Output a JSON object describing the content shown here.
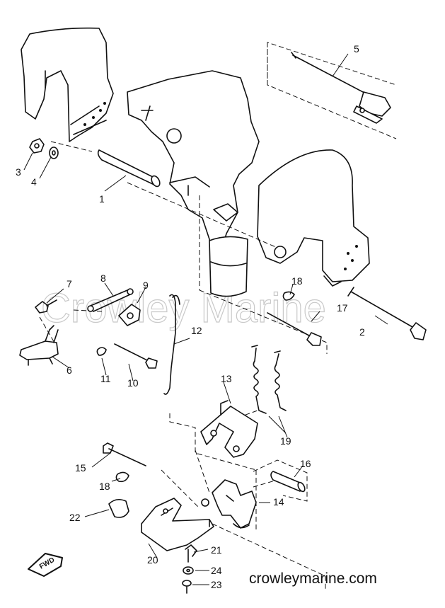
{
  "watermark": "Crowley Marine",
  "footer": {
    "url": "crowleymarine.com"
  },
  "fwd_badge": "FWD",
  "callouts": [
    "1",
    "2",
    "3",
    "4",
    "5",
    "6",
    "7",
    "8",
    "9",
    "10",
    "11",
    "12",
    "13",
    "14",
    "15",
    "16",
    "17",
    "18",
    "18",
    "19",
    "20",
    "21",
    "22",
    "23",
    "24"
  ]
}
